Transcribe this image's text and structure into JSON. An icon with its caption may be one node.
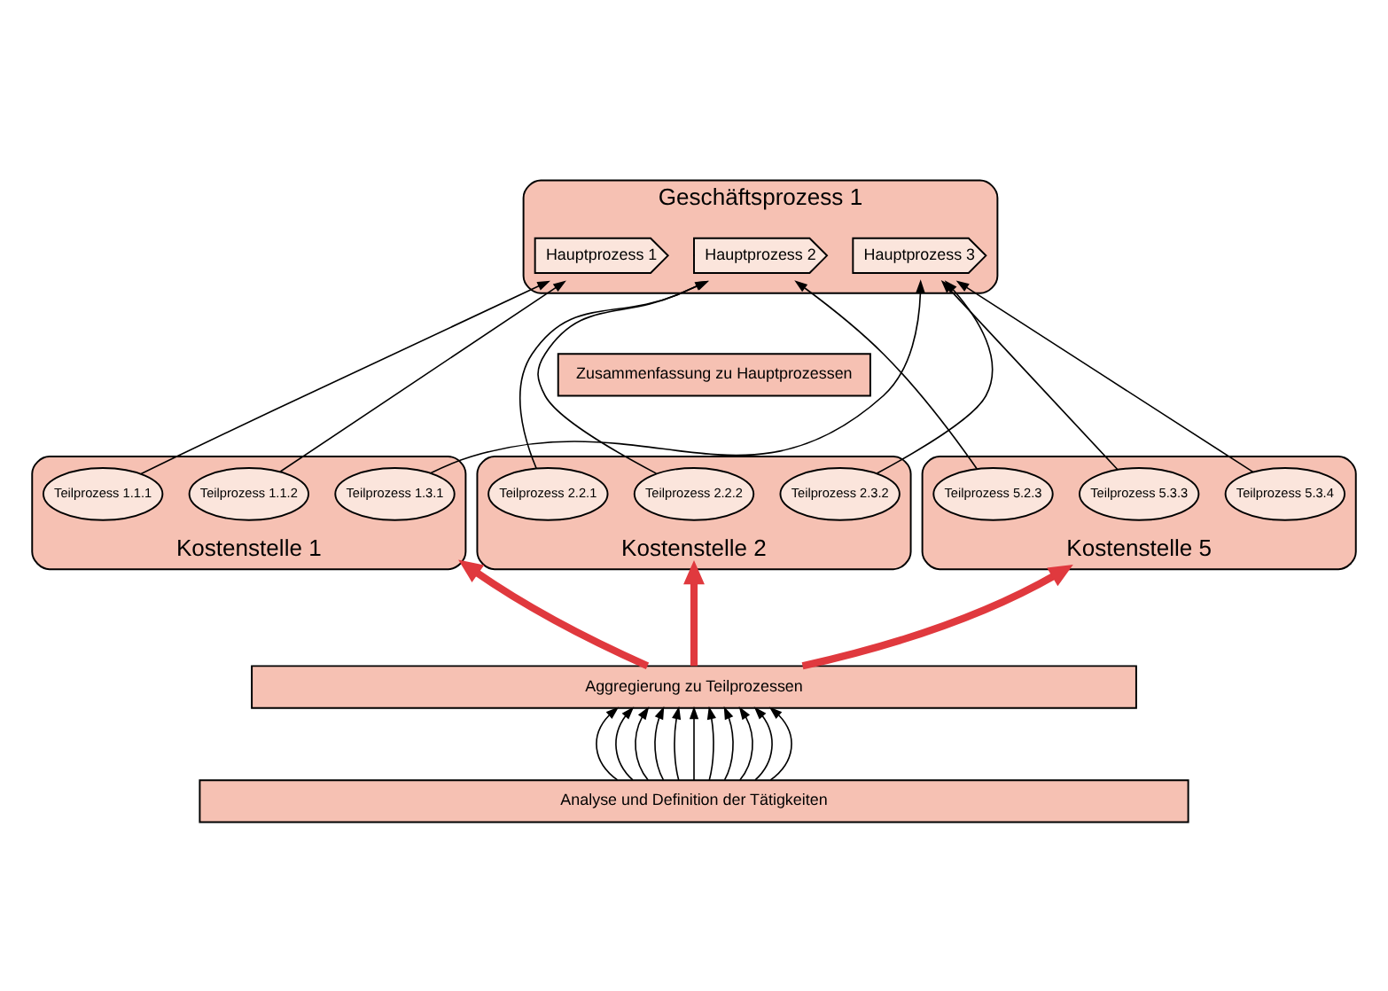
{
  "diagram": {
    "nodes": [
      {
        "text": [
          "Geschäftsprozess 1"
        ]
      },
      {
        "text": [
          "Hauptprozess 1"
        ],
        "in": 0
      },
      {
        "text": [
          "Hauptprozess 2"
        ],
        "in": 0
      },
      {
        "text": [
          "Hauptprozess 3"
        ],
        "in": 0
      },
      {
        "text": [
          "Zusammenfassung zu Hauptprozessen"
        ]
      },
      {
        "text": [
          "Kostenstelle 1"
        ]
      },
      {
        "text": [
          "Teilprozess 1.1.1"
        ],
        "in": 5
      },
      {
        "text": [
          "Teilprozess 1.3.1"
        ],
        "in": 5
      },
      {
        "text": [
          "Teilprozess 1.1.2"
        ],
        "in": 5
      },
      {
        "text": [
          "Kostenstelle 2"
        ]
      },
      {
        "text": [
          "Teilprozess 2.2.1"
        ],
        "in": 9
      },
      {
        "text": [
          "Teilprozess 2.2.2"
        ],
        "in": 9
      },
      {
        "text": [
          "Teilprozess 2.3.2"
        ],
        "in": 9
      },
      {
        "text": [
          "Kostenstelle 5"
        ]
      },
      {
        "text": [
          "Teilprozess 5.2.3"
        ],
        "in": 13
      },
      {
        "text": [
          "Teilprozess 5.3.3"
        ],
        "in": 13
      },
      {
        "text": [
          "Teilprozess 5.3.4"
        ],
        "in": 13
      },
      {
        "text": [
          "Aggregierung zu Teilprozessen"
        ]
      },
      {
        "text": [
          "Analyse und Definition der Tätigkeiten"
        ]
      }
    ],
    "edges": [
      {
        "from": 6,
        "to": 1,
        "arrow": "to"
      },
      {
        "from": 8,
        "to": 1,
        "arrow": "to"
      },
      {
        "from": 10,
        "to": 2,
        "arrow": "to"
      },
      {
        "from": 11,
        "to": 2,
        "arrow": "to"
      },
      {
        "from": 14,
        "to": 2,
        "arrow": "to"
      },
      {
        "from": 7,
        "to": 3,
        "arrow": "to"
      },
      {
        "from": 12,
        "to": 3,
        "arrow": "to"
      },
      {
        "from": 15,
        "to": 3,
        "arrow": "to"
      },
      {
        "from": 16,
        "to": 3,
        "arrow": "to"
      },
      {
        "from": 17,
        "to": 5,
        "arrow": "to",
        "style": "thick",
        "color": "#e0393e"
      },
      {
        "from": 17,
        "to": 9,
        "arrow": "to",
        "style": "thick",
        "color": "#e0393e"
      },
      {
        "from": 17,
        "to": 13,
        "arrow": "to",
        "style": "thick",
        "color": "#e0393e"
      },
      {
        "from": 18,
        "to": 17,
        "arrow": "to"
      },
      {
        "from": 18,
        "to": 17,
        "arrow": "to"
      },
      {
        "from": 18,
        "to": 17,
        "arrow": "to"
      },
      {
        "from": 18,
        "to": 17,
        "arrow": "to"
      },
      {
        "from": 18,
        "to": 17,
        "arrow": "to"
      },
      {
        "from": 18,
        "to": 17,
        "arrow": "to"
      },
      {
        "from": 18,
        "to": 17,
        "arrow": "to"
      },
      {
        "from": 18,
        "to": 17,
        "arrow": "to"
      },
      {
        "from": 18,
        "to": 17,
        "arrow": "to"
      },
      {
        "from": 18,
        "to": 17,
        "arrow": "to"
      },
      {
        "from": 18,
        "to": 17,
        "arrow": "to"
      }
    ]
  }
}
